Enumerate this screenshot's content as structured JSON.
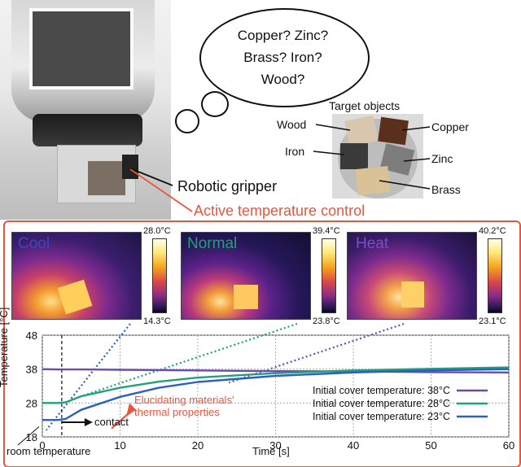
{
  "thought_bubble": {
    "lines": [
      "Copper? Zinc?",
      "Brass? Iron?",
      "Wood?"
    ]
  },
  "target_objects": {
    "title": "Target objects",
    "labels": {
      "wood": "Wood",
      "iron": "Iron",
      "copper": "Copper",
      "zinc": "Zinc",
      "brass": "Brass"
    }
  },
  "gripper_label": "Robotic gripper",
  "panel_title": "Active temperature control",
  "thermal_images": [
    {
      "title": "Cool",
      "max": "28.0°C",
      "min": "14.3°C",
      "color": "#3c49b8"
    },
    {
      "title": "Normal",
      "max": "39.4°C",
      "min": "23.8°C",
      "color": "#22a07a"
    },
    {
      "title": "Heat",
      "max": "40.2°C",
      "min": "23.1°C",
      "color": "#7b4fc2"
    }
  ],
  "annotations": {
    "contact": "contact",
    "room_temperature": "room temperature",
    "elucidating_line1": "Elucidating materials'",
    "elucidating_line2": "thermal properties"
  },
  "chart_data": {
    "type": "line",
    "xlabel": "Time [s]",
    "ylabel": "Temperature [°C]",
    "xlim": [
      0,
      60
    ],
    "ylim": [
      18,
      48
    ],
    "xticks": [
      "0",
      "10",
      "20",
      "30",
      "40",
      "50",
      "60"
    ],
    "yticks": [
      "18",
      "28",
      "38",
      "48"
    ],
    "contact_time": 2.5,
    "legend_position": "bottom-right",
    "series": [
      {
        "name": "Initial cover temperature: 38°C",
        "color": "#6a4bb3",
        "x": [
          0,
          2,
          3,
          5,
          10,
          20,
          30,
          40,
          50,
          60
        ],
        "y": [
          38.0,
          37.9,
          37.9,
          37.9,
          37.8,
          37.6,
          37.4,
          37.3,
          37.1,
          37.0
        ]
      },
      {
        "name": "Initial cover temperature: 28°C",
        "color": "#22a07a",
        "x": [
          0,
          2,
          3,
          5,
          10,
          15,
          20,
          30,
          40,
          50,
          60
        ],
        "y": [
          28.0,
          28.0,
          28.2,
          30.0,
          32.5,
          34.3,
          35.5,
          36.8,
          37.6,
          38.1,
          38.5
        ]
      },
      {
        "name": "Initial cover temperature: 23°C",
        "color": "#2b5fc1",
        "x": [
          0,
          2,
          3,
          5,
          10,
          15,
          20,
          30,
          40,
          50,
          60
        ],
        "y": [
          23.0,
          23.0,
          23.3,
          26.0,
          29.8,
          32.5,
          34.2,
          36.0,
          37.0,
          37.6,
          38.0
        ]
      }
    ]
  }
}
